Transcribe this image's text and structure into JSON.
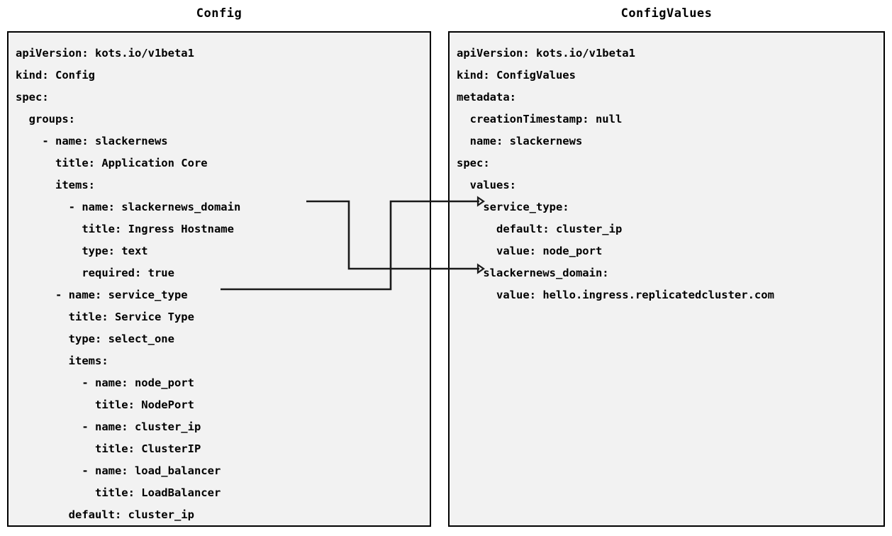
{
  "diagram": {
    "type": "yaml-mapping-diagram",
    "background_color": "#ffffff",
    "panel_background_color": "#f2f2f2",
    "panel_border_color": "#000000",
    "connector_color": "#1a1a1a"
  },
  "left_panel": {
    "title": "Config",
    "lines": [
      "apiVersion: kots.io/v1beta1",
      "kind: Config",
      "spec:",
      "  groups:",
      "    - name: slackernews",
      "      title: Application Core",
      "      items:",
      "        - name: slackernews_domain",
      "          title: Ingress Hostname",
      "          type: text",
      "          required: true",
      "      - name: service_type",
      "        title: Service Type",
      "        type: select_one",
      "        items:",
      "          - name: node_port",
      "            title: NodePort",
      "          - name: cluster_ip",
      "            title: ClusterIP",
      "          - name: load_balancer",
      "            title: LoadBalancer",
      "        default: cluster_ip"
    ]
  },
  "right_panel": {
    "title": "ConfigValues",
    "lines": [
      "apiVersion: kots.io/v1beta1",
      "kind: ConfigValues",
      "metadata:",
      "  creationTimestamp: null",
      "  name: slackernews",
      "spec:",
      "  values:",
      "    service_type:",
      "      default: cluster_ip",
      "      value: node_port",
      "    slackernews_domain:",
      "      value: hello.ingress.replicatedcluster.com"
    ]
  },
  "connectors": [
    {
      "name": "slackernews-domain-mapping",
      "from_label": "slackernews_domain",
      "to_label": "slackernews_domain:",
      "arrowhead": "open-triangle"
    },
    {
      "name": "service-type-mapping",
      "from_label": "service_type",
      "to_label": "service_type:",
      "arrowhead": "open-triangle"
    }
  ]
}
